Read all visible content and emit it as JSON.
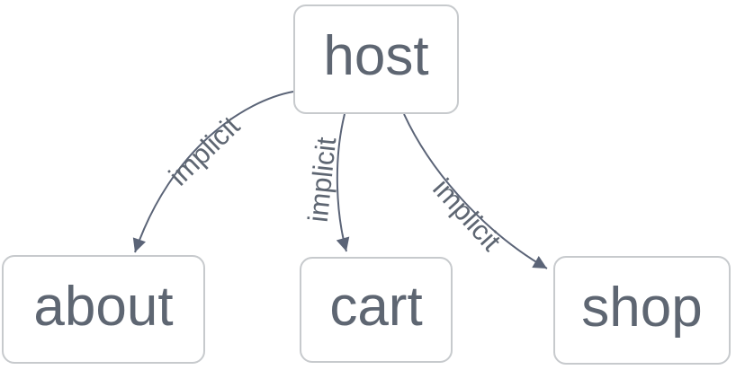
{
  "diagram": {
    "type": "flowchart",
    "direction": "top-down",
    "nodes": [
      {
        "id": "host",
        "label": "host"
      },
      {
        "id": "about",
        "label": "about"
      },
      {
        "id": "cart",
        "label": "cart"
      },
      {
        "id": "shop",
        "label": "shop"
      }
    ],
    "edges": [
      {
        "from": "host",
        "to": "about",
        "label": "implicit",
        "arrow": "filled-triangle"
      },
      {
        "from": "host",
        "to": "cart",
        "label": "implicit",
        "arrow": "filled-triangle"
      },
      {
        "from": "host",
        "to": "shop",
        "label": "implicit",
        "arrow": "filled-triangle"
      }
    ],
    "colors": {
      "node_fill": "#ffffff",
      "node_border": "#c7cacd",
      "node_text": "#5e6672",
      "edge_stroke": "#5b6477",
      "edge_label_text": "#5e6672",
      "background": "#ffffff"
    }
  }
}
